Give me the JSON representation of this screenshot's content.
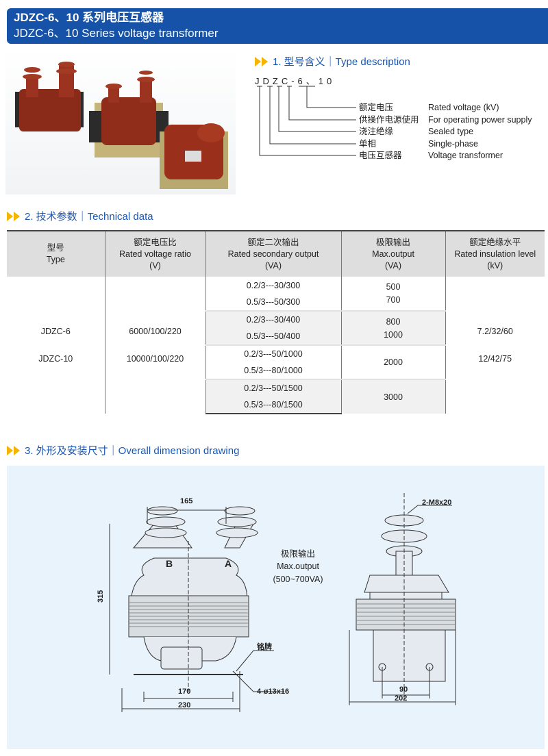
{
  "header": {
    "title_cn": "JDZC-6、10 系列电压互感器",
    "title_en": "JDZC-6、10 Series voltage transformer"
  },
  "type_description": {
    "heading": "1. 型号含义｜Type description",
    "code": "JDZC-6、10",
    "items": [
      {
        "cn": "额定电压",
        "en": "Rated voltage (kV)"
      },
      {
        "cn": "供操作电源使用",
        "en": "For operating power supply"
      },
      {
        "cn": "浇注绝缘",
        "en": "Sealed type"
      },
      {
        "cn": "单相",
        "en": "Single-phase"
      },
      {
        "cn": "电压互感器",
        "en": "Voltage transformer"
      }
    ]
  },
  "technical_data": {
    "heading": "2. 技术参数｜Technical data",
    "columns": [
      {
        "cn": "型号",
        "en": "Type",
        "unit": ""
      },
      {
        "cn": "额定电压比",
        "en": "Rated voltage ratio",
        "unit": "(V)"
      },
      {
        "cn": "额定二次输出",
        "en": "Rated secondary output",
        "unit": "(VA)"
      },
      {
        "cn": "极限输出",
        "en": "Max.output",
        "unit": "(VA)"
      },
      {
        "cn": "额定绝缘水平",
        "en": "Rated insulation level",
        "unit": "(kV)"
      }
    ],
    "types": [
      "JDZC-6",
      "JDZC-10"
    ],
    "ratios": [
      "6000/100/220",
      "10000/100/220"
    ],
    "insulation": [
      "7.2/32/60",
      "12/42/75"
    ],
    "secondary": [
      "0.2/3---30/300",
      "0.5/3---50/300",
      "0.2/3---30/400",
      "0.5/3---50/400",
      "0.2/3---50/1000",
      "0.5/3---80/1000",
      "0.2/3---50/1500",
      "0.5/3---80/1500"
    ],
    "max_output": [
      "500",
      "700",
      "800",
      "1000",
      "2000",
      "3000"
    ]
  },
  "dimension_drawing": {
    "heading": "3. 外形及安装尺寸｜Overall dimension drawing",
    "front": {
      "d165": "165",
      "d315": "315",
      "d170": "170",
      "d230": "230",
      "holes": "4-ø13x16",
      "nameplate": "铭牌",
      "phase_b": "B",
      "phase_a": "A"
    },
    "note_cn": "极限输出",
    "note_en": "Max.output",
    "note_range": "(500~700VA)",
    "side": {
      "bolt": "2-M8x20",
      "d90": "90",
      "d202": "202"
    }
  }
}
